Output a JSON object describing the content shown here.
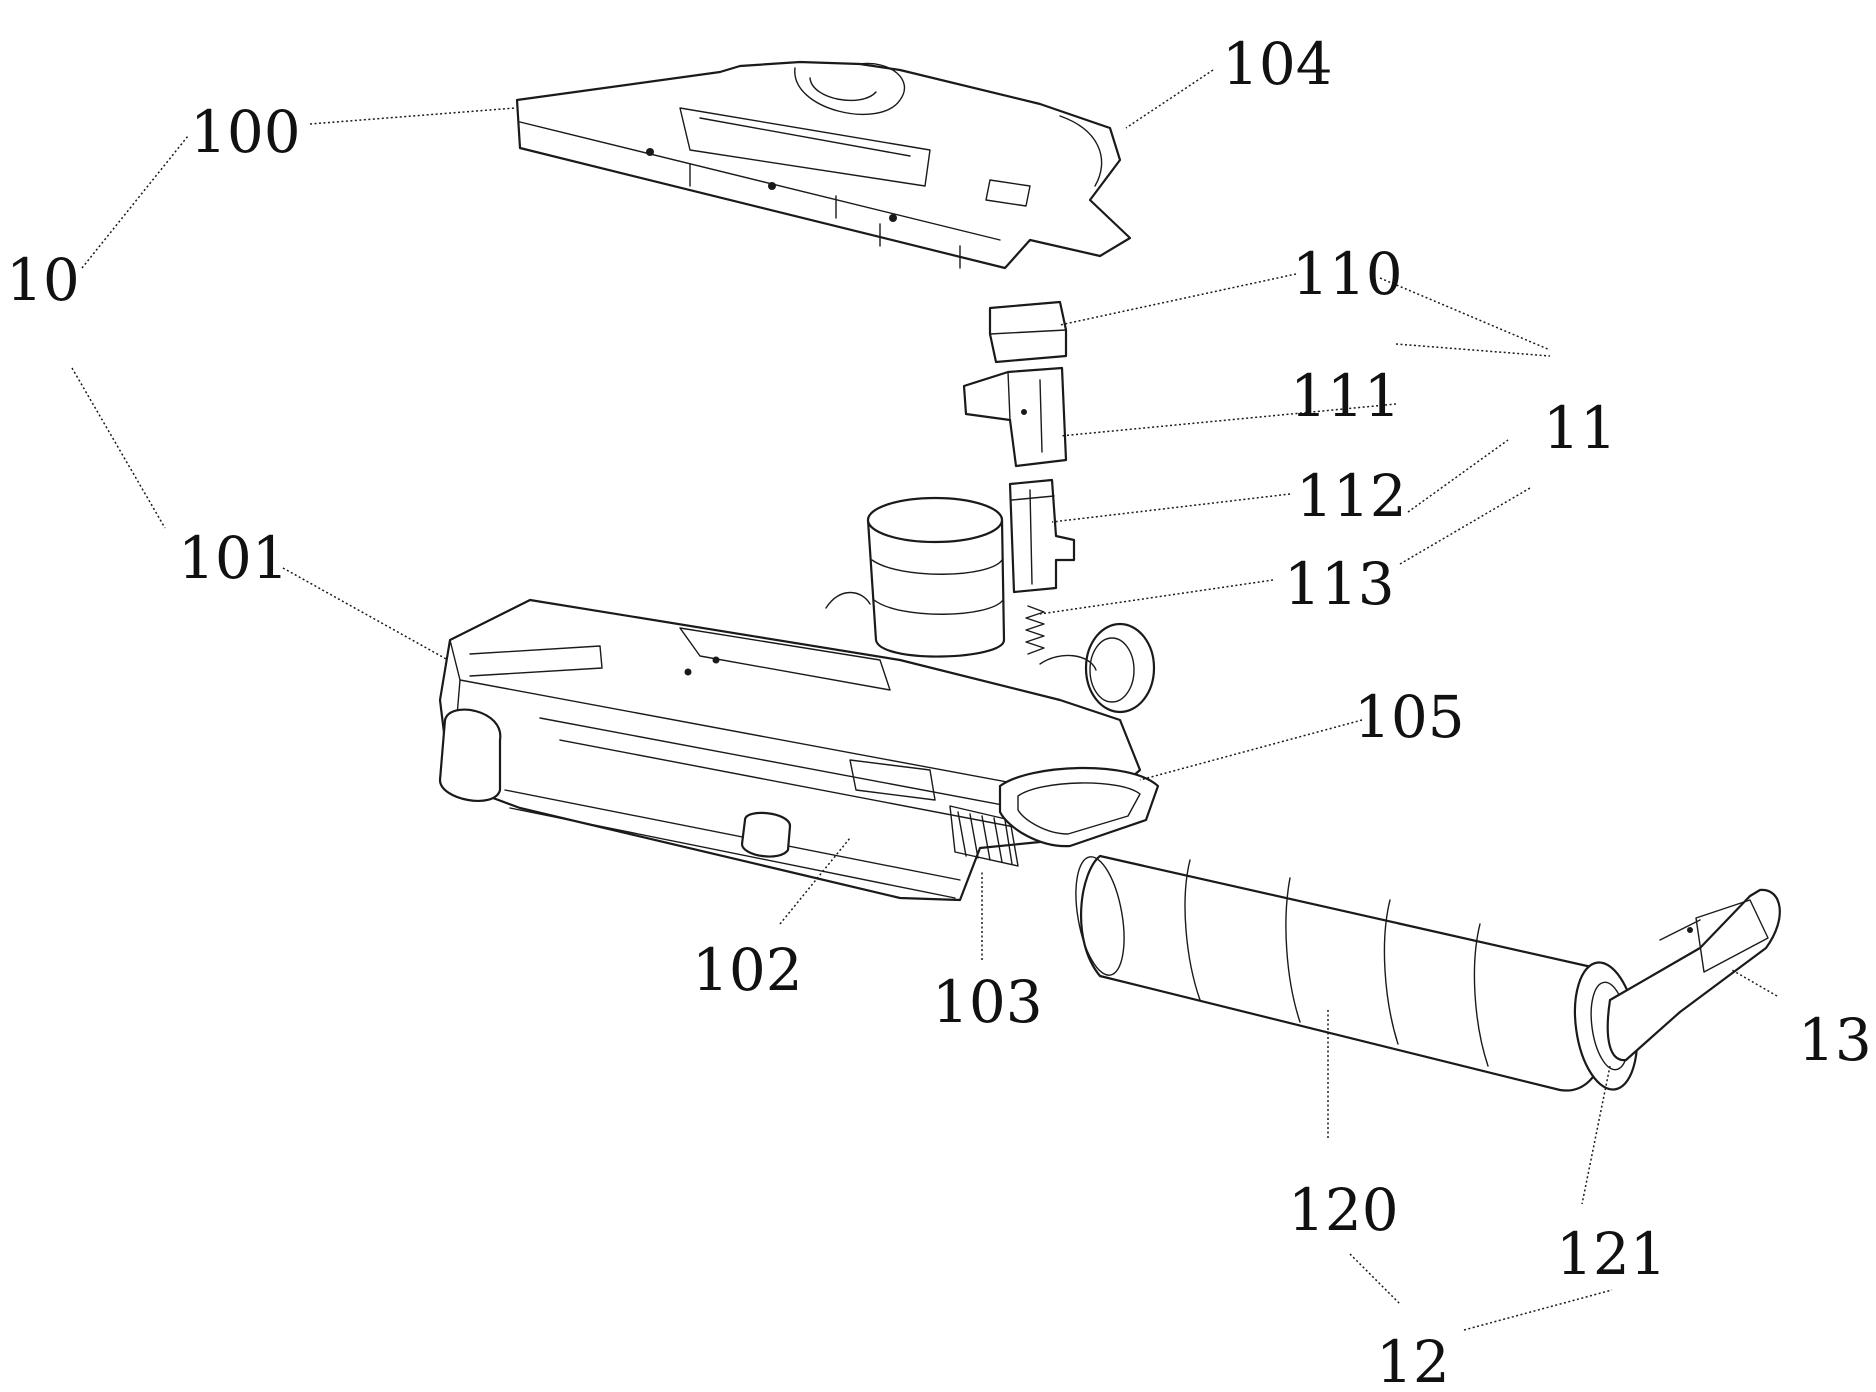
{
  "labels": {
    "l10": "10",
    "l100": "100",
    "l101": "101",
    "l102": "102",
    "l103": "103",
    "l104": "104",
    "l105": "105",
    "l11": "11",
    "l110": "110",
    "l111": "111",
    "l112": "112",
    "l113": "113",
    "l12": "12",
    "l120": "120",
    "l121": "121",
    "l13": "13"
  }
}
